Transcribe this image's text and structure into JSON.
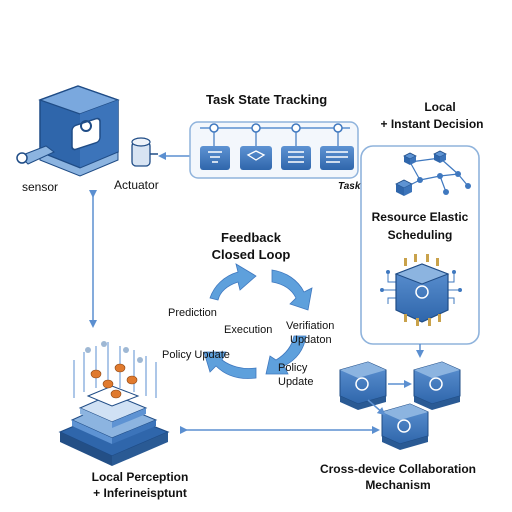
{
  "labels": {
    "task_state_tracking": "Task State Tracking",
    "local_instant_decision_1": "Local",
    "local_instant_decision_2": "+ Instant Decision",
    "sensor": "sensor",
    "actuator": "Actuator",
    "task": "Task",
    "resource_elastic_1": "Resource Elastic",
    "resource_elastic_2": "Scheduling",
    "feedback_1": "Feedback",
    "feedback_2": "Closed Loop",
    "prediction": "Prediction",
    "execution": "Execution",
    "verification_1": "Verifiation",
    "verification_2": "Updaton",
    "policy_update_left": "Policy Update",
    "policy_update_right_1": "Policy",
    "policy_update_right_2": "Update",
    "local_perception_1": "Local Perception",
    "local_perception_2": "+ Inferineisptunt",
    "cross_device_1": "Cross-device Collaboration",
    "cross_device_2": "Mechanism"
  },
  "icons": {
    "edge_device": "edge-computer-icon",
    "sensor": "sensor-icon",
    "actuator": "actuator-icon",
    "task_cards": [
      "filter-task-icon",
      "cube-task-icon",
      "list-task-icon",
      "document-task-icon"
    ],
    "network": "cube-network-icon",
    "chip": "circuit-chip-icon",
    "ai_stack": "ai-layer-stack-icon",
    "collab_devices": [
      "device-icon",
      "device-icon",
      "device-icon"
    ]
  },
  "colors": {
    "primary": "#3f78bf",
    "light": "#8cb4e0",
    "dark": "#2a5a94",
    "arrow": "#5b8fd0",
    "panel_border": "#8fb3dc",
    "loop_arrow": "#5ea0dc"
  }
}
